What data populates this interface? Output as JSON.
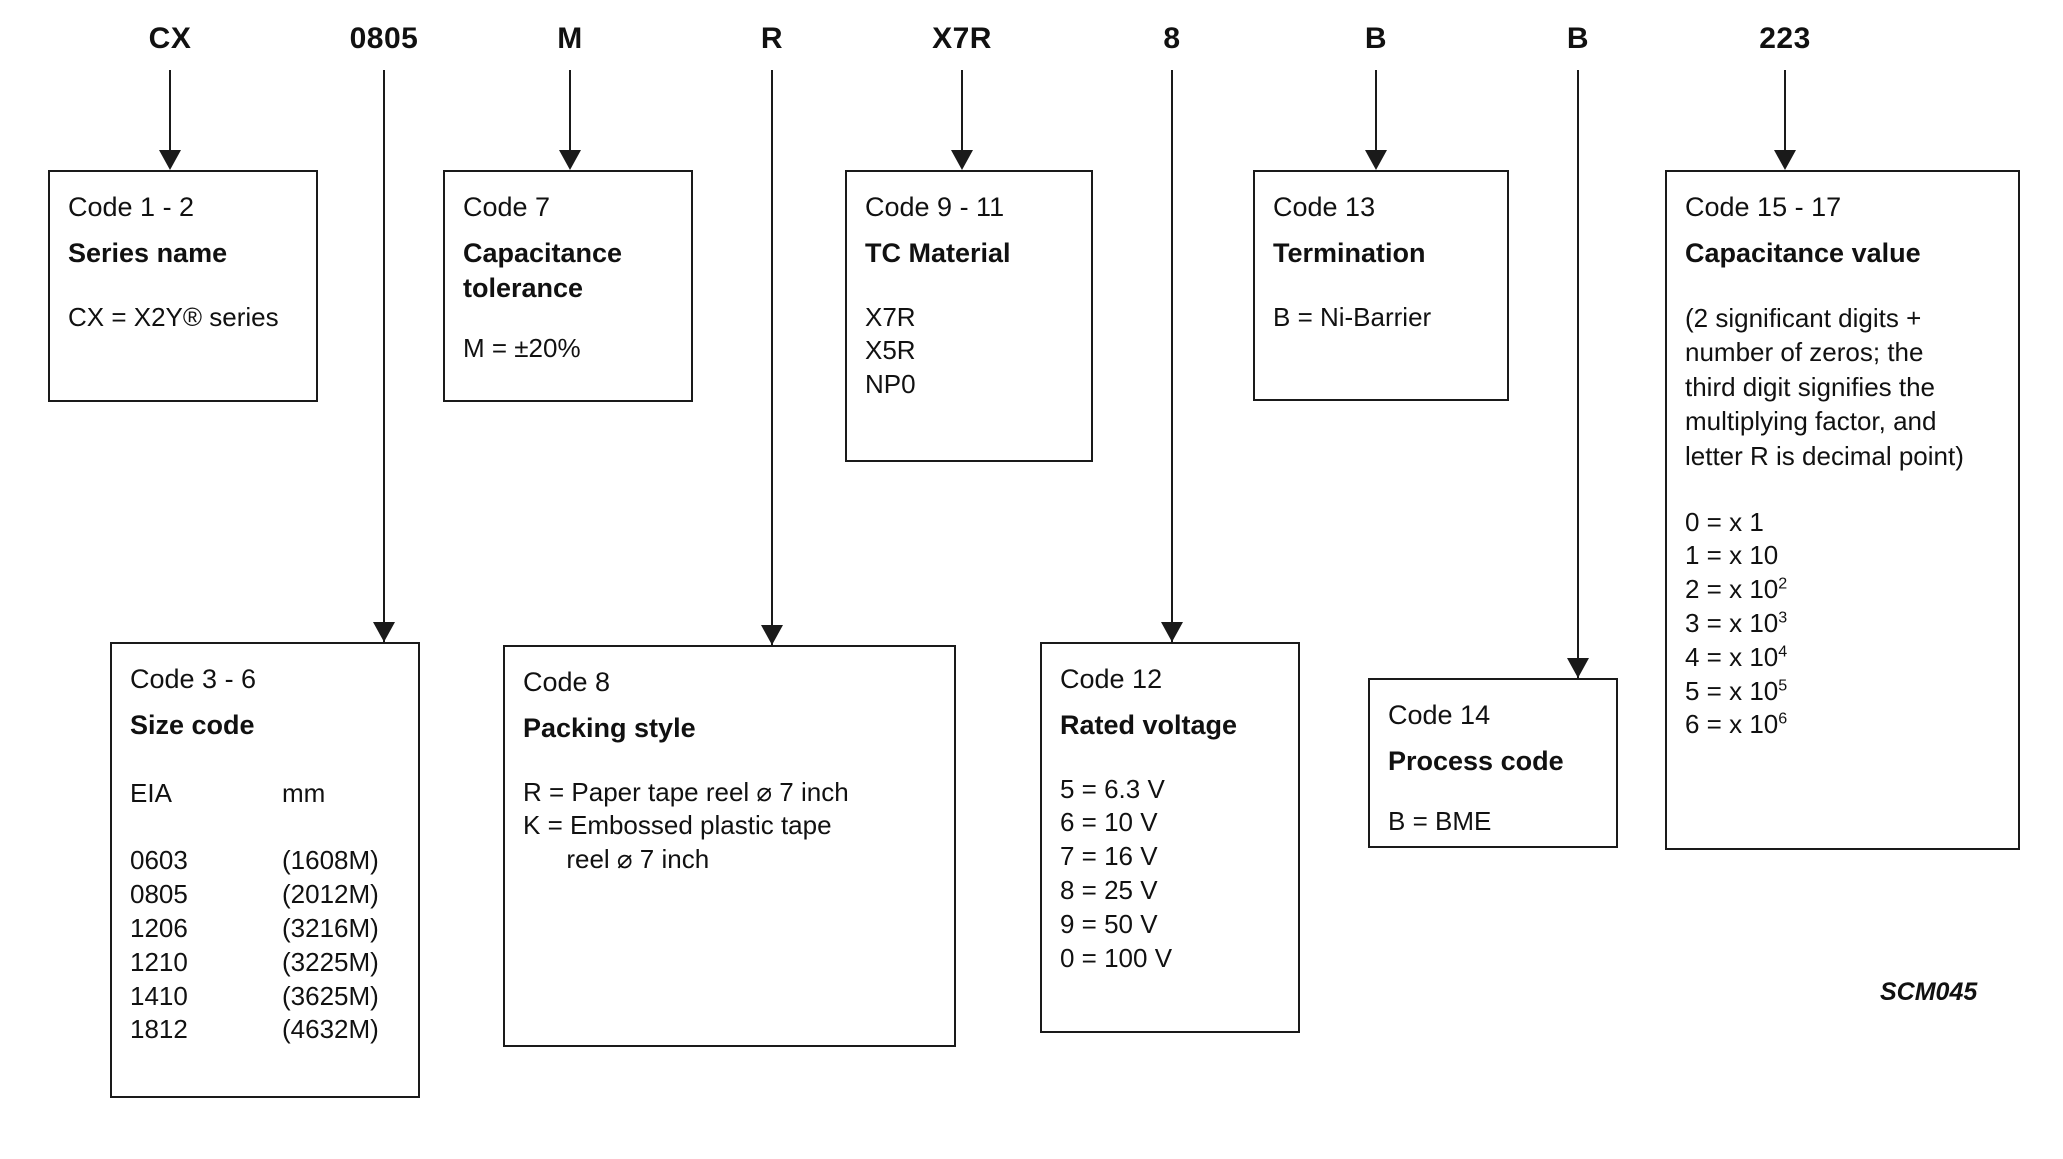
{
  "figure": {
    "id_label": "SCM045",
    "ink_color": "#1a1a1a",
    "background_color": "#ffffff"
  },
  "part_number_labels": [
    {
      "text": "CX",
      "name": "code-label-cx"
    },
    {
      "text": "0805",
      "name": "code-label-0805"
    },
    {
      "text": "M",
      "name": "code-label-m"
    },
    {
      "text": "R",
      "name": "code-label-r"
    },
    {
      "text": "X7R",
      "name": "code-label-x7r"
    },
    {
      "text": "8",
      "name": "code-label-8"
    },
    {
      "text": "B",
      "name": "code-label-b-termination"
    },
    {
      "text": "B",
      "name": "code-label-b-process"
    },
    {
      "text": "223",
      "name": "code-label-223"
    }
  ],
  "boxes": {
    "series_name": {
      "code": "Code 1 - 2",
      "title": "Series name",
      "lines": [
        "CX = X2Y® series"
      ]
    },
    "capacitance_tolerance": {
      "code": "Code 7",
      "title_line1": "Capacitance",
      "title_line2": "tolerance",
      "lines": [
        "M = ±20%"
      ]
    },
    "tc_material": {
      "code": "Code 9 - 11",
      "title": "TC Material",
      "lines": [
        "X7R",
        "X5R",
        "NP0"
      ]
    },
    "termination": {
      "code": "Code 13",
      "title": "Termination",
      "lines": [
        "B = Ni-Barrier"
      ]
    },
    "capacitance_value": {
      "code": "Code 15 - 17",
      "title": "Capacitance value",
      "note_lines": [
        "(2 significant digits +",
        "number of zeros; the",
        "third digit signifies the",
        "multiplying factor, and",
        "letter R is decimal point)"
      ],
      "multipliers": [
        {
          "base": "0 = x 1",
          "exp": ""
        },
        {
          "base": "1 = x 10",
          "exp": ""
        },
        {
          "base": "2 = x 10",
          "exp": "2"
        },
        {
          "base": "3 = x 10",
          "exp": "3"
        },
        {
          "base": "4 = x 10",
          "exp": "4"
        },
        {
          "base": "5 = x 10",
          "exp": "5"
        },
        {
          "base": "6 = x 10",
          "exp": "6"
        }
      ]
    },
    "size_code": {
      "code": "Code 3 - 6",
      "title": "Size code",
      "header_eia": "EIA",
      "header_mm": "mm",
      "rows": [
        {
          "eia": "0603",
          "mm": "(1608M)"
        },
        {
          "eia": "0805",
          "mm": "(2012M)"
        },
        {
          "eia": "1206",
          "mm": "(3216M)"
        },
        {
          "eia": "1210",
          "mm": "(3225M)"
        },
        {
          "eia": "1410",
          "mm": "(3625M)"
        },
        {
          "eia": "1812",
          "mm": "(4632M)"
        }
      ]
    },
    "packing_style": {
      "code": "Code 8",
      "title": "Packing style",
      "lines": [
        "R = Paper tape reel ⌀ 7 inch",
        "K = Embossed plastic tape",
        "      reel ⌀ 7 inch"
      ]
    },
    "rated_voltage": {
      "code": "Code 12",
      "title": "Rated voltage",
      "lines": [
        "5 = 6.3 V",
        "6 = 10 V",
        "7 = 16 V",
        "8 = 25 V",
        "9 = 50 V",
        "0 = 100 V"
      ]
    },
    "process_code": {
      "code": "Code 14",
      "title": "Process code",
      "lines": [
        "B = BME"
      ]
    }
  }
}
